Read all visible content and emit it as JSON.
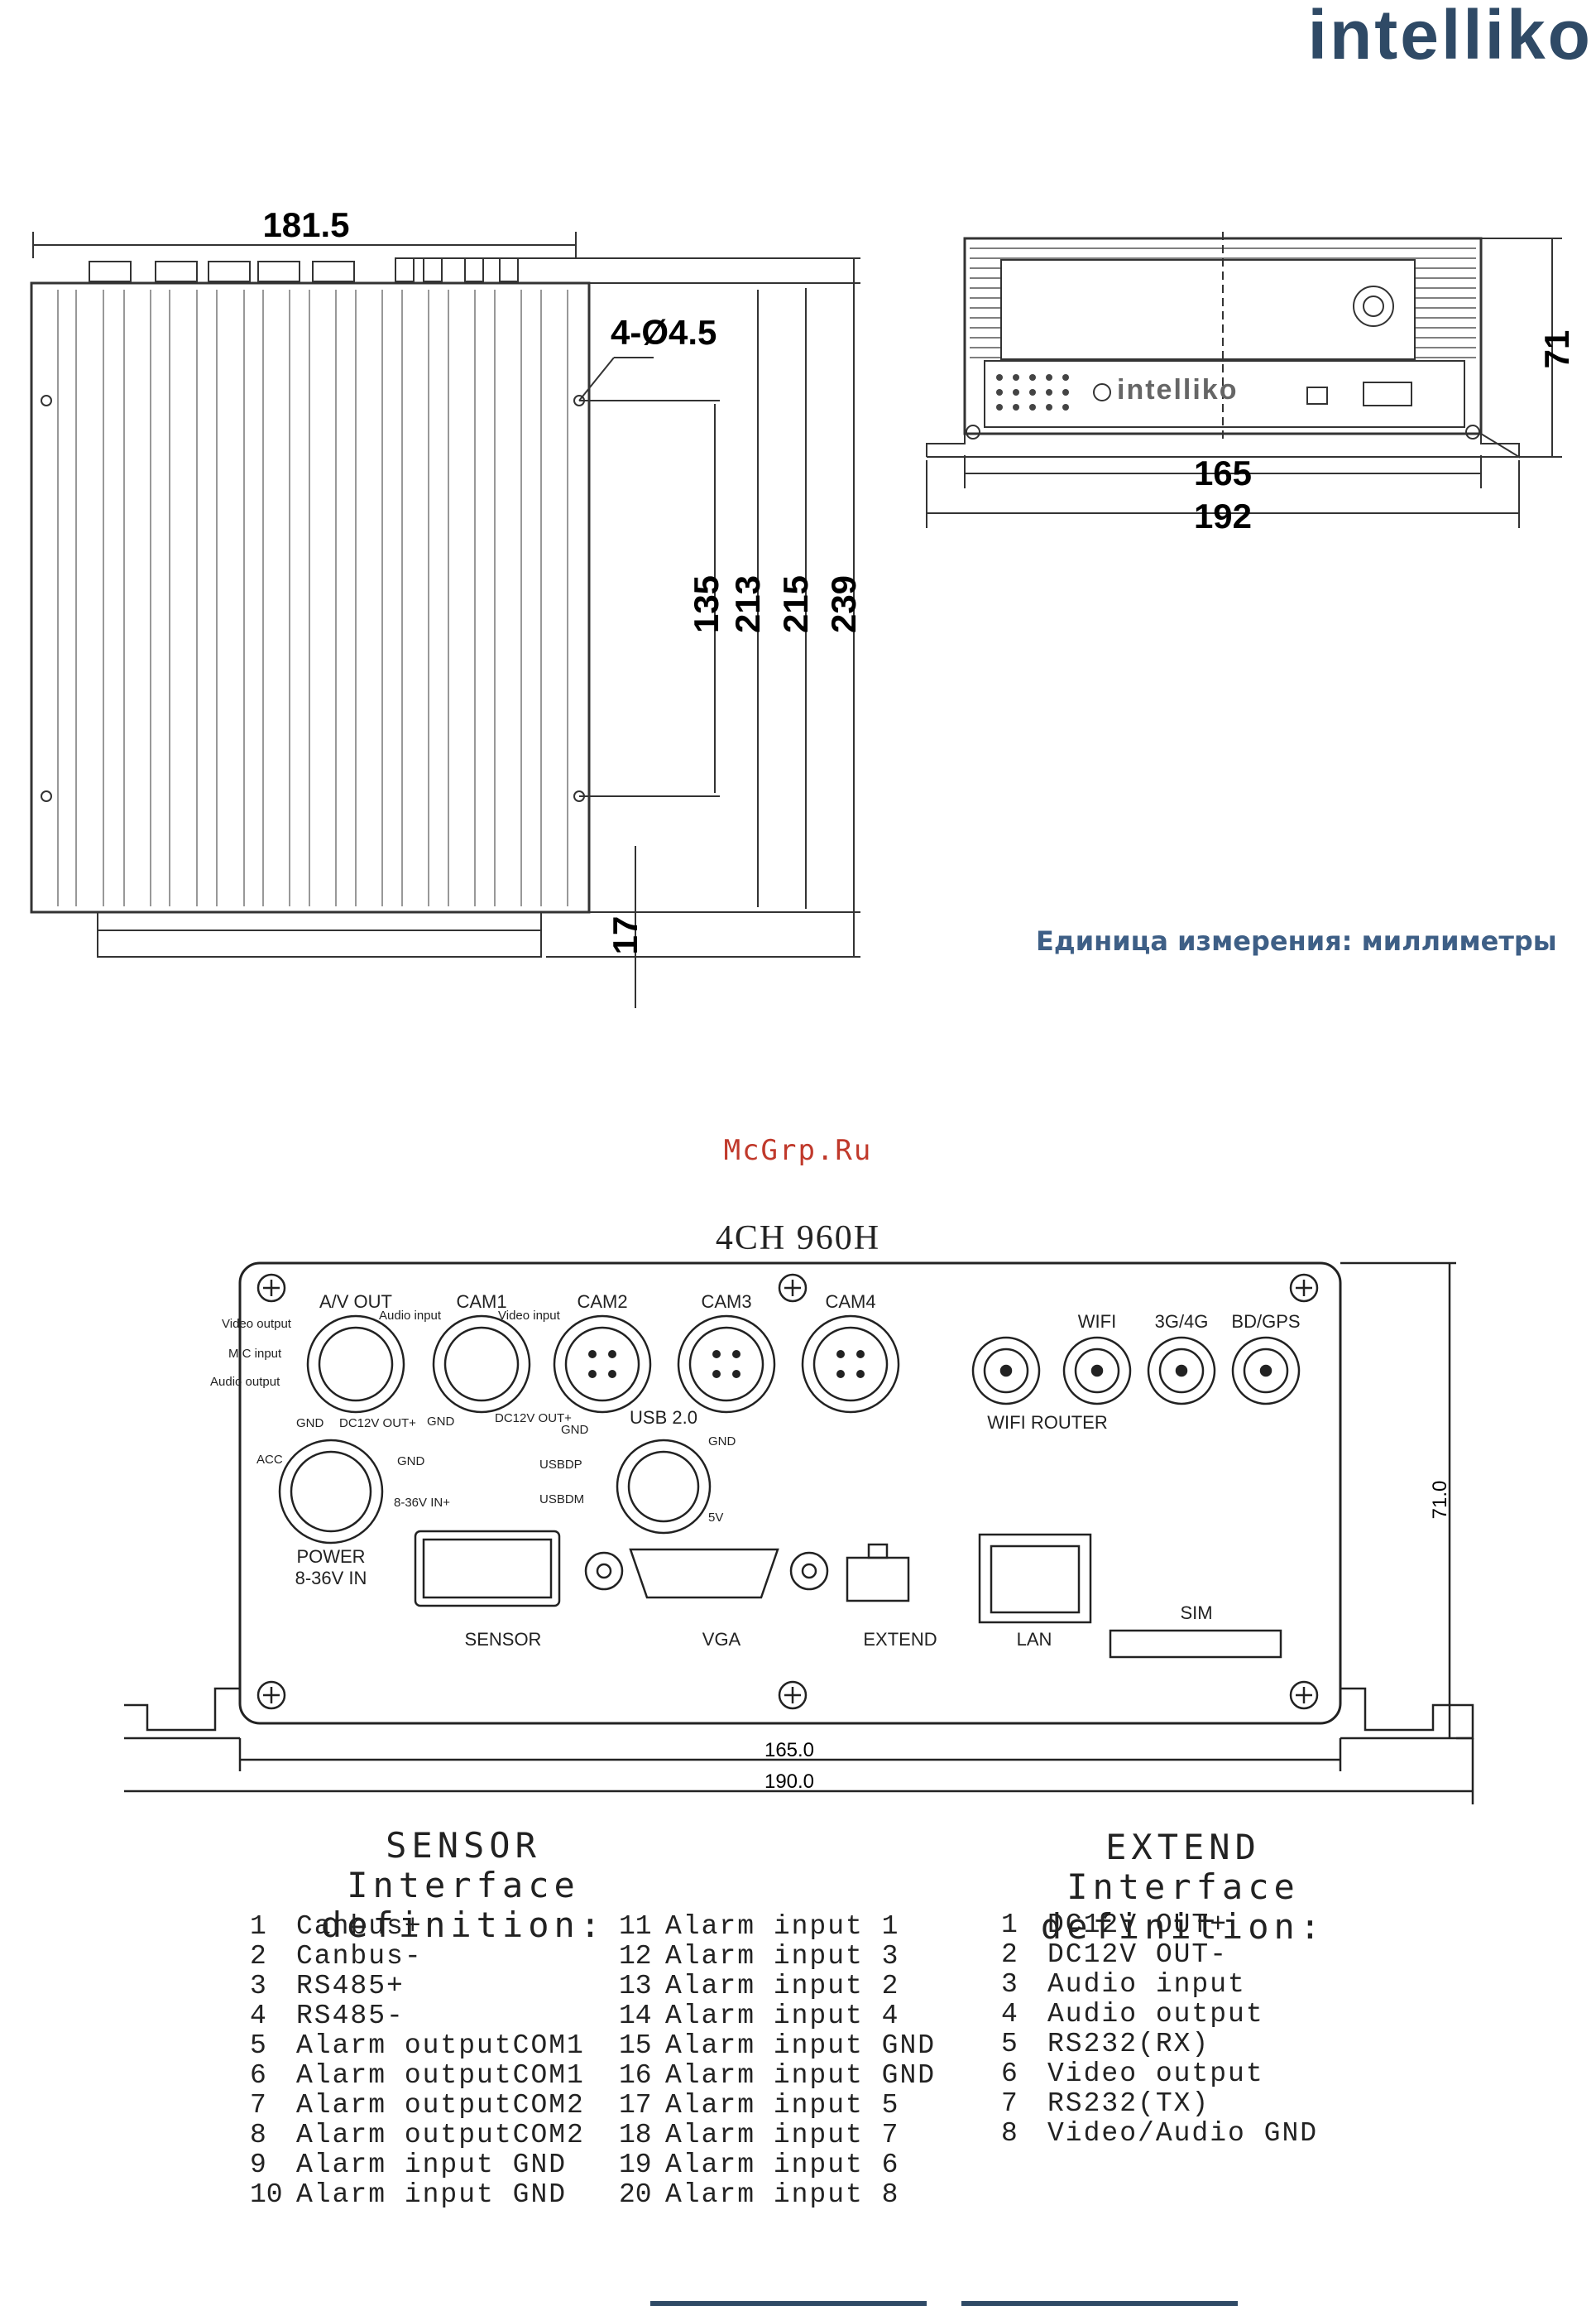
{
  "brand": {
    "logo_text": "intelliko"
  },
  "side_view": {
    "dim_width": "181.5",
    "dim_hole": "4-Ø4.5",
    "dim_135": "135",
    "dim_213": "213",
    "dim_215": "215",
    "dim_239": "239",
    "dim_17": "17"
  },
  "front_view": {
    "dim_height": "71",
    "dim_165": "165",
    "dim_192": "192",
    "device_logo": "intelliko"
  },
  "unit_note": "Единица измерения: миллиметры",
  "watermark": "McGrp.Ru",
  "panel": {
    "title": "4CH 960H",
    "ports": {
      "av_out": "A/V OUT",
      "cam1": "CAM1",
      "cam2": "CAM2",
      "cam3": "CAM3",
      "cam4": "CAM4",
      "wifi": "WIFI",
      "g34": "3G/4G",
      "bdgps": "BD/GPS",
      "wifi_router": "WIFI ROUTER",
      "usb": "USB 2.0",
      "power": "POWER",
      "power_range": "8-36V IN",
      "sensor": "SENSOR",
      "vga": "VGA",
      "extend": "EXTEND",
      "lan": "LAN",
      "sim": "SIM"
    },
    "pin_labels": {
      "video_output": "Video output",
      "mic_input": "MIC input",
      "audio_output": "Audio output",
      "gnd": "GND",
      "dc12v_out": "DC12V OUT+",
      "audio_input": "Audio input",
      "video_input": "Video input",
      "usbdp": "USBDP",
      "usbdm": "USBDM",
      "v5": "5V",
      "acc": "ACC",
      "v836_in": "8-36V IN+"
    },
    "dim_height": "71.0",
    "dim_165": "165.0",
    "dim_190": "190.0"
  },
  "sensor_interface": {
    "title_line1": "SENSOR Interface",
    "title_line2": "definition:",
    "pins": [
      {
        "n": "1",
        "label": "Canbus+"
      },
      {
        "n": "2",
        "label": "Canbus-"
      },
      {
        "n": "3",
        "label": "RS485+"
      },
      {
        "n": "4",
        "label": "RS485-"
      },
      {
        "n": "5",
        "label": "Alarm outputCOM1"
      },
      {
        "n": "6",
        "label": "Alarm outputCOM1"
      },
      {
        "n": "7",
        "label": "Alarm outputCOM2"
      },
      {
        "n": "8",
        "label": "Alarm outputCOM2"
      },
      {
        "n": "9",
        "label": "Alarm input GND"
      },
      {
        "n": "10",
        "label": "Alarm input GND"
      },
      {
        "n": "11",
        "label": "Alarm input 1"
      },
      {
        "n": "12",
        "label": "Alarm input 3"
      },
      {
        "n": "13",
        "label": "Alarm input 2"
      },
      {
        "n": "14",
        "label": "Alarm input 4"
      },
      {
        "n": "15",
        "label": "Alarm input GND"
      },
      {
        "n": "16",
        "label": "Alarm input GND"
      },
      {
        "n": "17",
        "label": "Alarm input 5"
      },
      {
        "n": "18",
        "label": "Alarm input 7"
      },
      {
        "n": "19",
        "label": "Alarm input 6"
      },
      {
        "n": "20",
        "label": "Alarm input 8"
      }
    ]
  },
  "extend_interface": {
    "title_line1": "EXTEND Interface",
    "title_line2": "definition:",
    "pins": [
      {
        "n": "1",
        "label": "DC12V OUT+"
      },
      {
        "n": "2",
        "label": "DC12V OUT-"
      },
      {
        "n": "3",
        "label": "Audio input"
      },
      {
        "n": "4",
        "label": "Audio output"
      },
      {
        "n": "5",
        "label": "RS232(RX)"
      },
      {
        "n": "6",
        "label": "Video output"
      },
      {
        "n": "7",
        "label": "RS232(TX)"
      },
      {
        "n": "8",
        "label": "Video/Audio GND"
      }
    ]
  }
}
